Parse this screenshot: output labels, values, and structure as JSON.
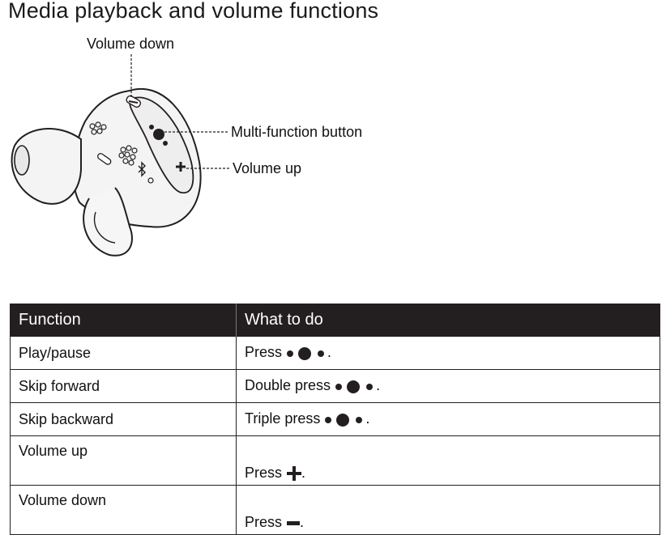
{
  "title": "Media playback and volume functions",
  "callouts": {
    "volume_down": "Volume down",
    "multi_function": "Multi-function button",
    "volume_up": "Volume up"
  },
  "table": {
    "headers": [
      "Function",
      "What to do"
    ],
    "rows": [
      {
        "function": "Play/pause",
        "action": "Press",
        "icon": "multi-function-button-icon",
        "suffix": "."
      },
      {
        "function": "Skip forward",
        "action": "Double press",
        "icon": "multi-function-button-icon",
        "suffix": "."
      },
      {
        "function": "Skip backward",
        "action": "Triple press",
        "icon": "multi-function-button-icon",
        "suffix": "."
      },
      {
        "function": "Volume up",
        "action": "Press",
        "icon": "plus-icon",
        "suffix": "."
      },
      {
        "function": "Volume down",
        "action": "Press",
        "icon": "minus-icon",
        "suffix": "."
      }
    ]
  },
  "colors": {
    "header_bg": "#231f20",
    "header_text": "#ffffff",
    "line": "#231f20"
  }
}
